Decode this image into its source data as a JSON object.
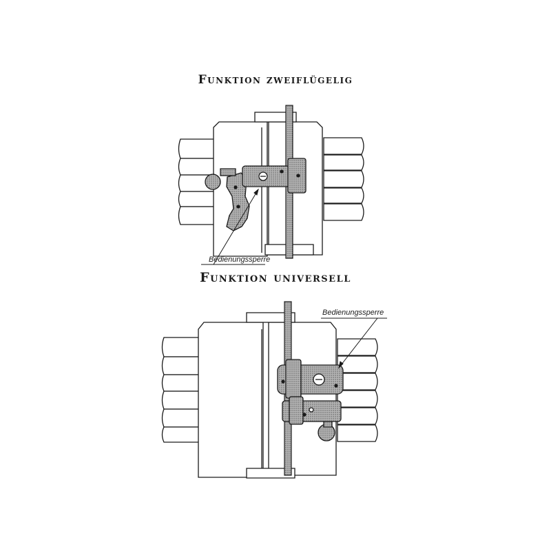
{
  "figure": {
    "top_title": "Funktion zweiflügelig",
    "bottom_title": "Funktion universell",
    "top_callout": "Bedienungssperre",
    "bottom_callout": "Bedienungssperre"
  },
  "colors": {
    "line": "#1a1a1a",
    "hardware_fill": "#9a9a9a",
    "background": "#ffffff"
  },
  "icons": [
    "door-lock-hardware-icon",
    "lever-handle-icon",
    "screw-icon"
  ]
}
